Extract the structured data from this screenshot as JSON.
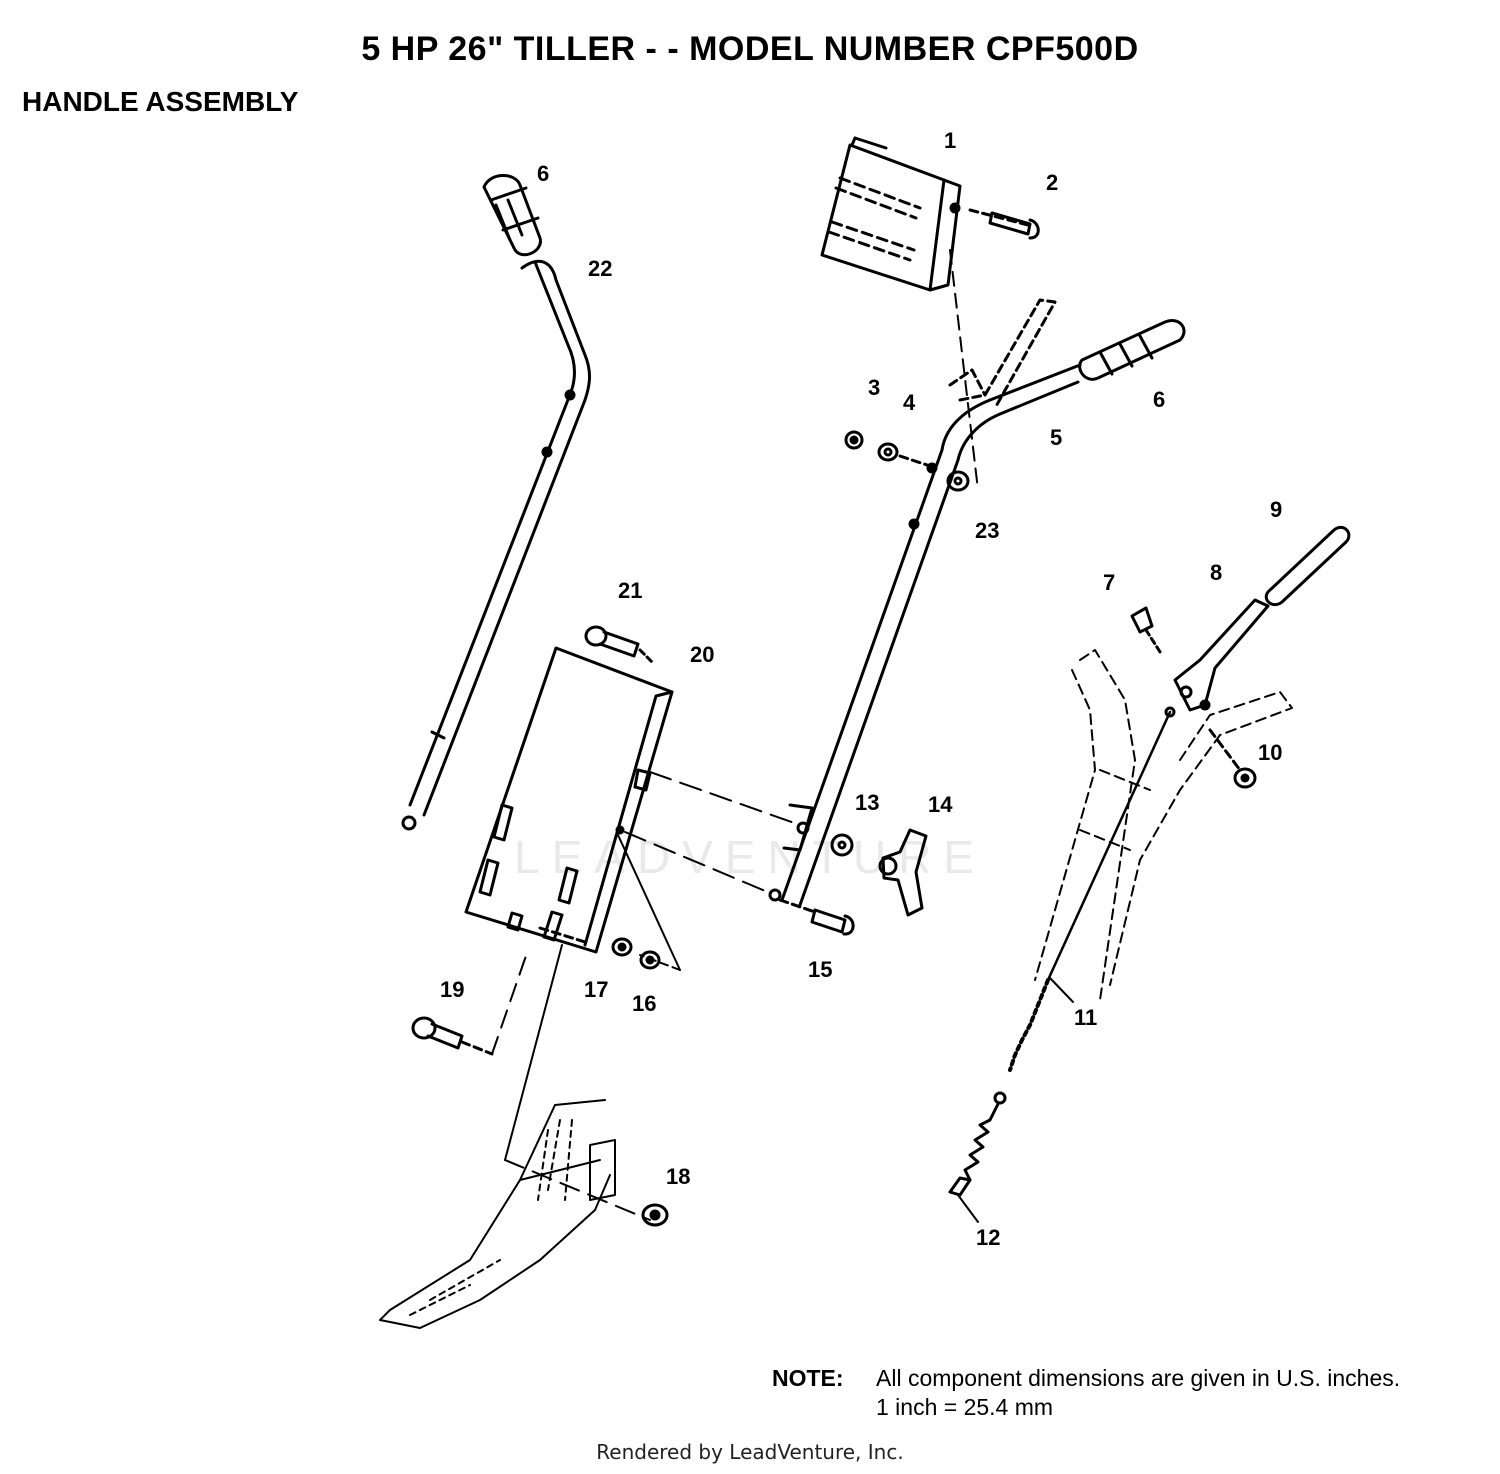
{
  "title": "5 HP 26\" TILLER - - MODEL NUMBER CPF500D",
  "subtitle": "HANDLE ASSEMBLY",
  "callouts": [
    {
      "id": "c1",
      "label": "1"
    },
    {
      "id": "c2",
      "label": "2"
    },
    {
      "id": "c3",
      "label": "3"
    },
    {
      "id": "c4",
      "label": "4"
    },
    {
      "id": "c5",
      "label": "5"
    },
    {
      "id": "c6a",
      "label": "6"
    },
    {
      "id": "c6b",
      "label": "6"
    },
    {
      "id": "c7",
      "label": "7"
    },
    {
      "id": "c8",
      "label": "8"
    },
    {
      "id": "c9",
      "label": "9"
    },
    {
      "id": "c10",
      "label": "10"
    },
    {
      "id": "c11",
      "label": "11"
    },
    {
      "id": "c12",
      "label": "12"
    },
    {
      "id": "c13",
      "label": "13"
    },
    {
      "id": "c14",
      "label": "14"
    },
    {
      "id": "c15",
      "label": "15"
    },
    {
      "id": "c16",
      "label": "16"
    },
    {
      "id": "c17",
      "label": "17"
    },
    {
      "id": "c18",
      "label": "18"
    },
    {
      "id": "c19",
      "label": "19"
    },
    {
      "id": "c20",
      "label": "20"
    },
    {
      "id": "c21",
      "label": "21"
    },
    {
      "id": "c22",
      "label": "22"
    },
    {
      "id": "c23",
      "label": "23"
    }
  ],
  "note": {
    "label": "NOTE:",
    "line1": "All component dimensions are given in U.S. inches.",
    "line2": "1 inch = 25.4 mm"
  },
  "watermark": "LEADVENTURE",
  "footer": "Rendered by LeadVenture, Inc."
}
